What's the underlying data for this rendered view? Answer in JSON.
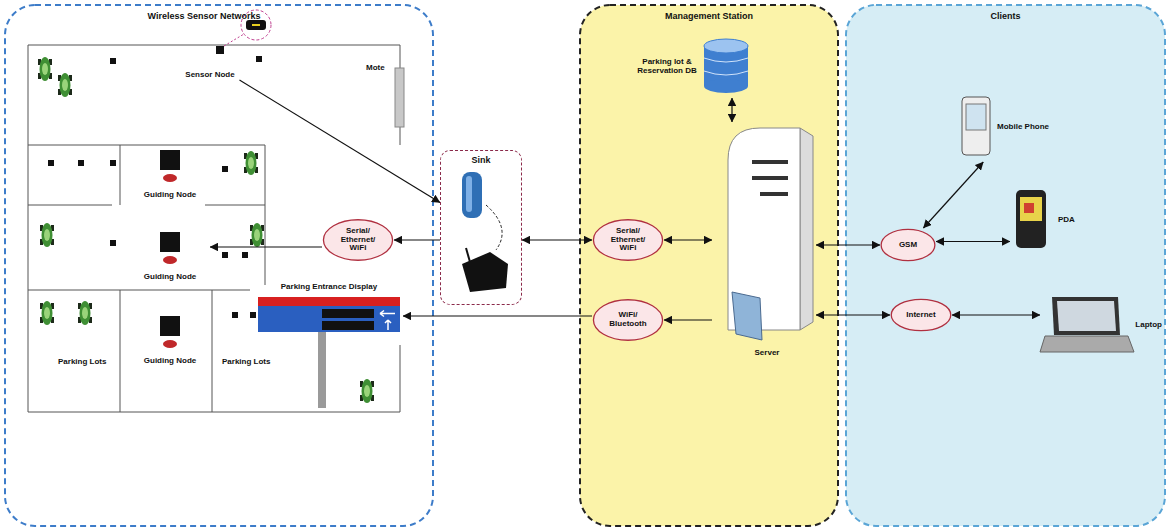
{
  "diagram": {
    "nodes": [
      {
        "text": [
          "Wireless Sensor Networks"
        ]
      },
      {
        "text": [
          "Sensor Node"
        ],
        "in": 0
      },
      {
        "text": [
          "Guiding Node"
        ],
        "in": 0
      },
      {
        "text": [
          "Guiding Node"
        ],
        "in": 0
      },
      {
        "text": [
          "Guiding Node"
        ],
        "in": 0
      },
      {
        "text": [
          "Parking Entrance Display"
        ],
        "in": 0
      },
      {
        "text": [
          "Serial/ Ethernet/ WiFi"
        ],
        "in": 0
      },
      {
        "text": [
          "Sink"
        ]
      },
      {
        "text": [
          "Management Station"
        ]
      },
      {
        "text": [
          "Parking lot & Reservation DB"
        ],
        "in": 8
      },
      {
        "text": [
          "Serial/ Ethernet/ WiFi"
        ],
        "in": 8
      },
      {
        "text": [
          "WiFi/ Bluetooth"
        ],
        "in": 8
      },
      {
        "text": [
          "Server"
        ],
        "in": 8
      },
      {
        "text": [
          "Clients"
        ]
      },
      {
        "text": [
          "Mobile Phone"
        ],
        "in": 13
      },
      {
        "text": [
          "PDA"
        ],
        "in": 13
      },
      {
        "text": [
          "GSM"
        ],
        "in": 13
      },
      {
        "text": [
          "Internet"
        ],
        "in": 13
      },
      {
        "text": [
          "Laptop"
        ],
        "in": 13
      }
    ],
    "edges": [
      {
        "from": 1,
        "to": 7,
        "arrow": "to"
      },
      {
        "from": 7,
        "to": 6,
        "arrow": "to"
      },
      {
        "from": 6,
        "to": 3,
        "arrow": "to"
      },
      {
        "from": 7,
        "to": 10,
        "arrow": "both"
      },
      {
        "from": 10,
        "to": 12,
        "arrow": "both"
      },
      {
        "from": 9,
        "to": 12,
        "arrow": "both"
      },
      {
        "from": 12,
        "to": 11,
        "arrow": "to"
      },
      {
        "from": 11,
        "to": 5,
        "arrow": "to"
      },
      {
        "from": 12,
        "to": 16,
        "arrow": "both"
      },
      {
        "from": 16,
        "to": 14,
        "arrow": "both"
      },
      {
        "from": 16,
        "to": 15,
        "arrow": "both"
      },
      {
        "from": 12,
        "to": 17,
        "arrow": "both"
      },
      {
        "from": 17,
        "to": 18,
        "arrow": "both"
      }
    ],
    "labels": [
      "Mote",
      "Parking Lots",
      "Parking Lots"
    ]
  }
}
